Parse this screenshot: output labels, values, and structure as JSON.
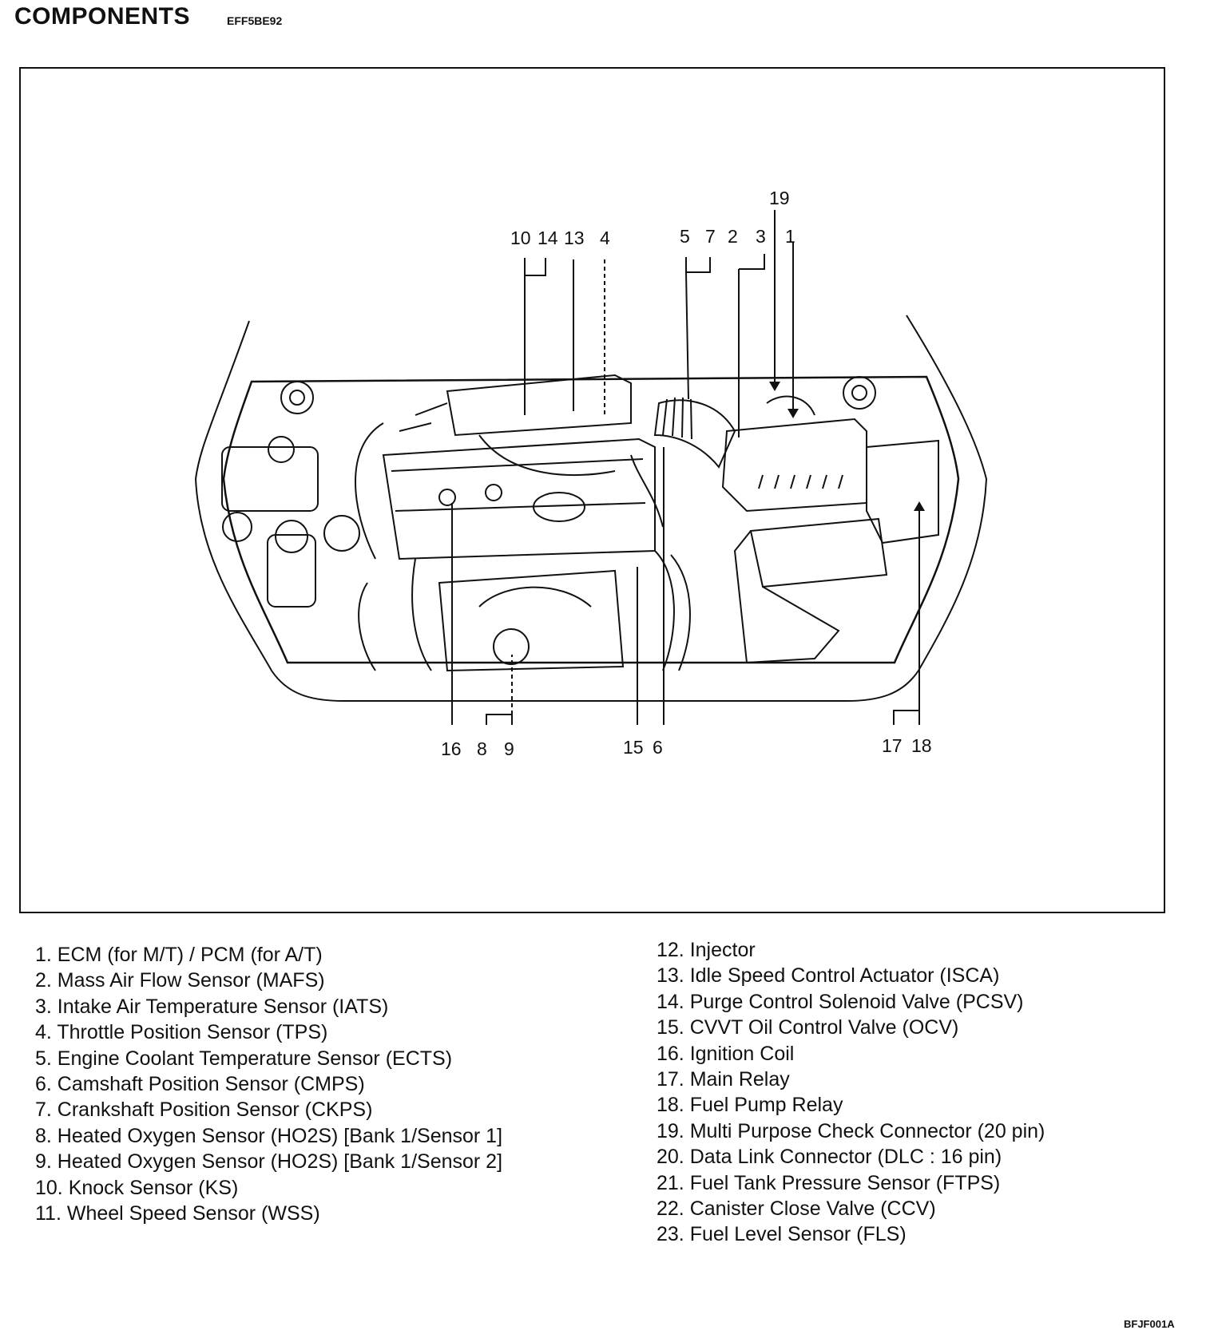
{
  "header": {
    "title": "COMPONENTS",
    "code": "EFF5BE92"
  },
  "callouts": {
    "top": [
      "10",
      "14",
      "13",
      "4",
      "5",
      "7",
      "2",
      "3",
      "19",
      "1"
    ],
    "bottom": [
      "16",
      "8",
      "9",
      "15",
      "6",
      "17",
      "18"
    ]
  },
  "legend": {
    "left": [
      "1. ECM (for M/T) / PCM (for A/T)",
      "2. Mass Air Flow Sensor (MAFS)",
      "3. Intake Air Temperature Sensor (IATS)",
      "4. Throttle Position Sensor (TPS)",
      "5. Engine Coolant Temperature Sensor (ECTS)",
      "6. Camshaft Position Sensor (CMPS)",
      "7. Crankshaft Position Sensor (CKPS)",
      "8. Heated Oxygen Sensor (HO2S) [Bank 1/Sensor 1]",
      "9. Heated Oxygen Sensor (HO2S) [Bank 1/Sensor 2]",
      "10. Knock Sensor (KS)",
      "11. Wheel Speed Sensor (WSS)"
    ],
    "right": [
      "12. Injector",
      "13. Idle Speed Control Actuator (ISCA)",
      "14. Purge Control Solenoid Valve (PCSV)",
      "15. CVVT Oil Control Valve (OCV)",
      "16. Ignition Coil",
      "17. Main Relay",
      "18. Fuel Pump Relay",
      "19. Multi Purpose Check Connector (20 pin)",
      "20. Data Link Connector (DLC : 16 pin)",
      "21. Fuel Tank Pressure Sensor (FTPS)",
      "22. Canister Close Valve (CCV)",
      "23. Fuel Level Sensor (FLS)"
    ]
  },
  "figure_id": "BFJF001A"
}
